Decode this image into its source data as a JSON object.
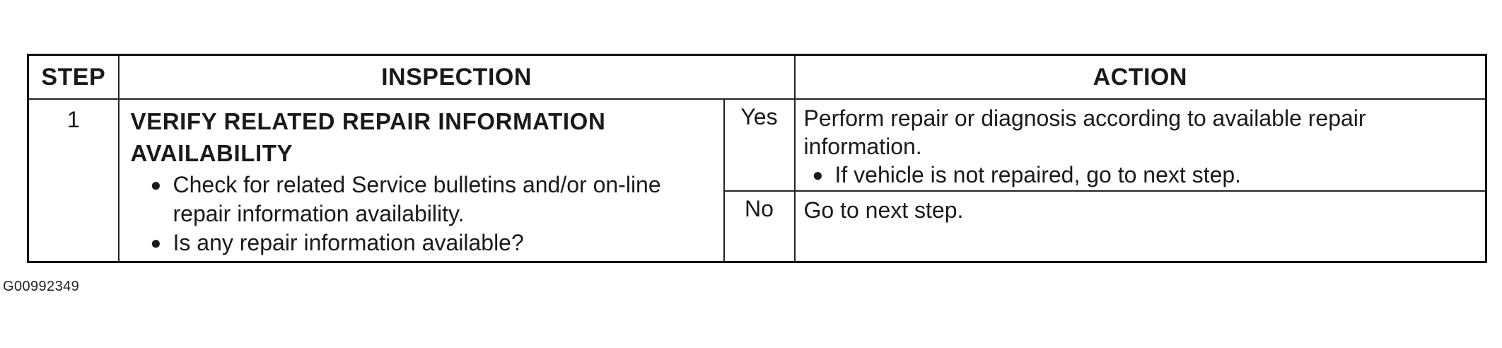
{
  "table": {
    "headers": {
      "step": "STEP",
      "inspection": "INSPECTION",
      "action": "ACTION"
    },
    "rows": [
      {
        "step": "1",
        "inspection": {
          "title_line1": "VERIFY RELATED REPAIR INFORMATION",
          "title_line2": "AVAILABILITY",
          "bullets": [
            "Check for related Service bulletins and/or on-line repair information availability.",
            "Is any repair information available?"
          ]
        },
        "yes": {
          "label": "Yes",
          "text": "Perform repair or diagnosis according to available repair information.",
          "bullets": [
            "If vehicle is not repaired, go to next step."
          ]
        },
        "no": {
          "label": "No",
          "text": "Go to next step."
        }
      }
    ]
  },
  "caption": "G00992349"
}
